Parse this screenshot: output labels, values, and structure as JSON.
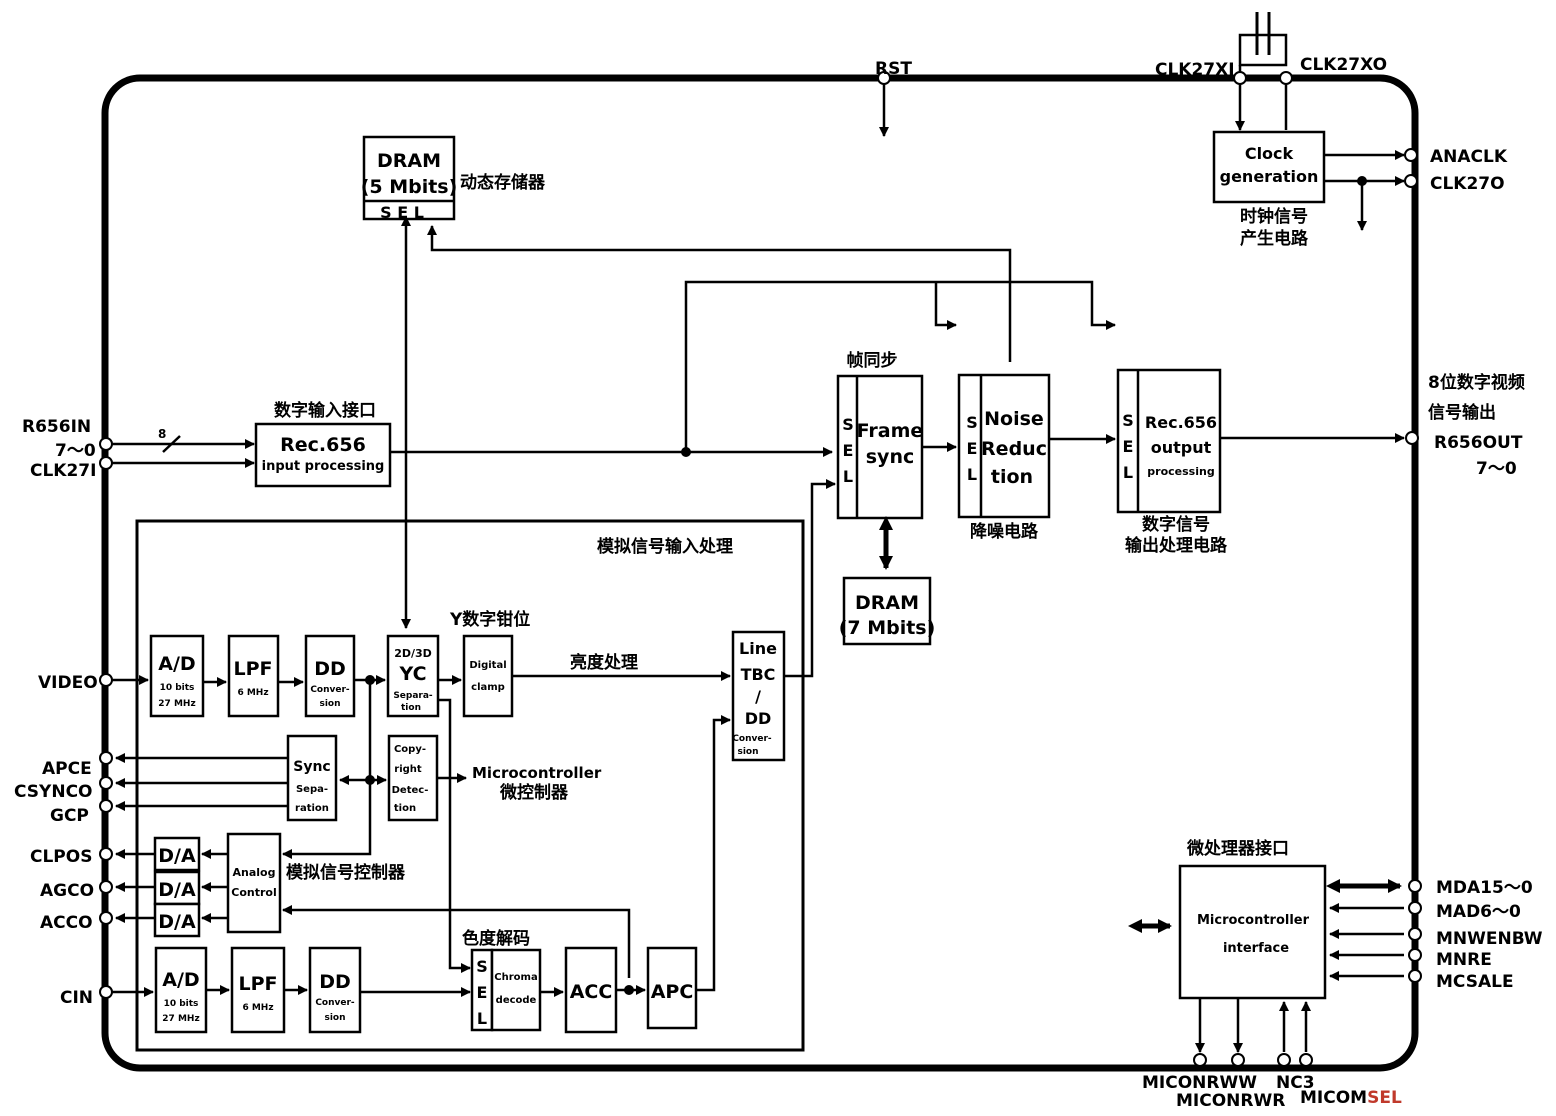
{
  "pins_left": {
    "r656in": "R656IN",
    "r656in_bits": "7～0",
    "clk27i": "CLK27I",
    "video": "VIDEO",
    "apce": "APCE",
    "csynco": "CSYNCO",
    "gcp": "GCP",
    "clpos": "CLPOS",
    "agco": "AGCO",
    "acco": "ACCO",
    "cin": "CIN"
  },
  "pins_top": {
    "rst": "RST",
    "clk27xi": "CLK27XI",
    "clk27xo": "CLK27XO"
  },
  "pins_right": {
    "anaclk": "ANACLK",
    "clk27o": "CLK27O",
    "out_title_1": "8位数字视频",
    "out_title_2": "信号输出",
    "r656out": "R656OUT",
    "r656out_bits": "7～0",
    "mda": "MDA15～0",
    "mad": "MAD6～0",
    "mnwenbw": "MNWENBW",
    "mnre": "MNRE",
    "mcsale": "MCSALE"
  },
  "pins_bottom": {
    "miconrww": "MICONRWW",
    "miconrwr": "MICONRWR",
    "nc3": "NC3",
    "micomsel_a": "MICOM",
    "micomsel_b": "SEL"
  },
  "blocks": {
    "dram5": {
      "line1": "DRAM",
      "line2": "(5 Mbits)",
      "sel": "S E L",
      "cn": "动态存储器"
    },
    "clock": {
      "line1": "Clock",
      "line2": "generation",
      "cn1": "时钟信号",
      "cn2": "产生电路"
    },
    "rec656in": {
      "line1": "Rec.656",
      "line2": "input processing",
      "cn": "数字输入接口",
      "bus": "8"
    },
    "frame": {
      "sel_s": "S",
      "sel_e": "E",
      "sel_l": "L",
      "line1": "Frame",
      "line2": "sync",
      "cn": "帧同步"
    },
    "noise": {
      "sel_s": "S",
      "sel_e": "E",
      "sel_l": "L",
      "line1": "Noise",
      "line2": "Reduc",
      "line3": "tion",
      "cn": "降噪电路"
    },
    "rec656out": {
      "sel_s": "S",
      "sel_e": "E",
      "sel_l": "L",
      "line1": "Rec.656",
      "line2": "output",
      "line3": "processing",
      "cn1": "数字信号",
      "cn2": "输出处理电路"
    },
    "dram7": {
      "line1": "DRAM",
      "line2": "(7 Mbits)"
    },
    "analog_title": "模拟信号输入处理",
    "ad1": {
      "line1": "A/D",
      "line2": "10 bits",
      "line3": "27 MHz"
    },
    "lpf1": {
      "line1": "LPF",
      "line2": "6 MHz"
    },
    "dd1": {
      "line1": "DD",
      "line2": "Conver-",
      "line3": "sion"
    },
    "yc": {
      "line1": "2D/3D",
      "line2": "YC",
      "line3": "Separa-",
      "line4": "tion"
    },
    "clamp": {
      "line1": "Digital",
      "line2": "clamp",
      "cn": "Y数字钳位"
    },
    "luma_cn": "亮度处理",
    "tbc": {
      "line1": "Line",
      "line2": "TBC",
      "line3": "/",
      "line4": "DD",
      "line5": "Conver-",
      "line6": "sion"
    },
    "sync": {
      "line1": "Sync",
      "line2": "Sepa-",
      "line3": "ration"
    },
    "copy": {
      "line1": "Copy-",
      "line2": "right",
      "line3": "Detec-",
      "line4": "tion"
    },
    "micro_label": {
      "en": "Microcontroller",
      "cn": "微控制器"
    },
    "da": "D/A",
    "analog_ctrl": {
      "line1": "Analog",
      "line2": "Control",
      "cn": "模拟信号控制器"
    },
    "ad2": {
      "line1": "A/D",
      "line2": "10 bits",
      "line3": "27 MHz"
    },
    "lpf2": {
      "line1": "LPF",
      "line2": "6 MHz"
    },
    "dd2": {
      "line1": "DD",
      "line2": "Conver-",
      "line3": "sion"
    },
    "chroma_cn": "色度解码",
    "chroma_sel": {
      "s": "S",
      "e": "E",
      "l": "L"
    },
    "chroma": {
      "line1": "Chroma",
      "line2": "decode"
    },
    "acc": "ACC",
    "apc": "APC",
    "mcu_if": {
      "line1": "Microcontroller",
      "line2": "interface",
      "cn": "微处理器接口"
    }
  }
}
